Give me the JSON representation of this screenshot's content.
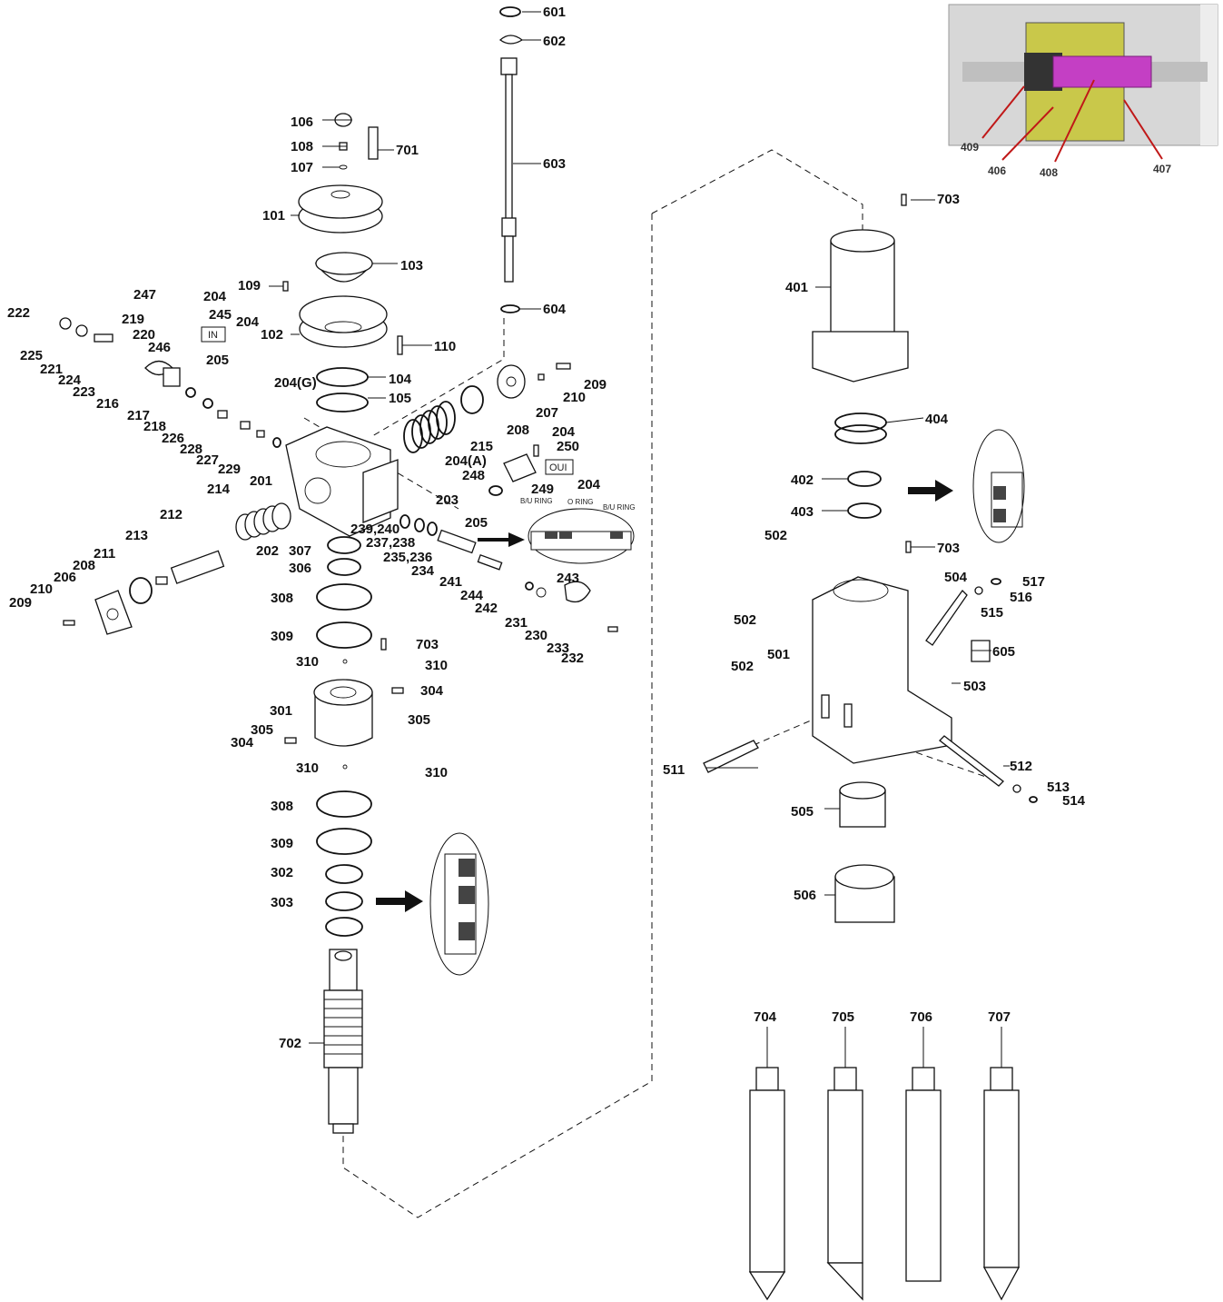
{
  "inset": {
    "labels": [
      "409",
      "406",
      "408",
      "407"
    ],
    "colors": {
      "yellow": "#c9c84a",
      "magenta": "#c43fc4",
      "gray": "#d7d7d7",
      "dark": "#333333"
    }
  },
  "boxes": {
    "in": "IN",
    "out": "OUI"
  },
  "seal_callout": {
    "bu1": "B/U RING",
    "oring": "O RING",
    "bu2": "B/U RING"
  },
  "labels": [
    "601",
    "602",
    "603",
    "604",
    "106",
    "108",
    "701",
    "107",
    "101",
    "103",
    "109",
    "102",
    "110",
    "247",
    "204",
    "245",
    "204",
    "222",
    "219",
    "220",
    "225",
    "246",
    "221",
    "224",
    "223",
    "216",
    "205",
    "104",
    "204(G)",
    "105",
    "217",
    "218",
    "226",
    "228",
    "227",
    "229",
    "201",
    "214",
    "212",
    "213",
    "211",
    "208",
    "206",
    "210",
    "209",
    "202",
    "307",
    "306",
    "308",
    "309",
    "310",
    "703",
    "310",
    "304",
    "301",
    "305",
    "305",
    "304",
    "310",
    "310",
    "308",
    "309",
    "302",
    "303",
    "702",
    "209",
    "210",
    "207",
    "208",
    "215",
    "204",
    "250",
    "204(A)",
    "248",
    "204",
    "249",
    "203",
    "205",
    "239,240",
    "237,238",
    "235,236",
    "234",
    "241",
    "244",
    "243",
    "242",
    "231",
    "230",
    "233",
    "232",
    "703",
    "401",
    "404",
    "402",
    "403",
    "502",
    "703",
    "504",
    "517",
    "516",
    "515",
    "502",
    "501",
    "605",
    "502",
    "503",
    "511",
    "512",
    "513",
    "514",
    "505",
    "506",
    "704",
    "705",
    "706",
    "707"
  ]
}
